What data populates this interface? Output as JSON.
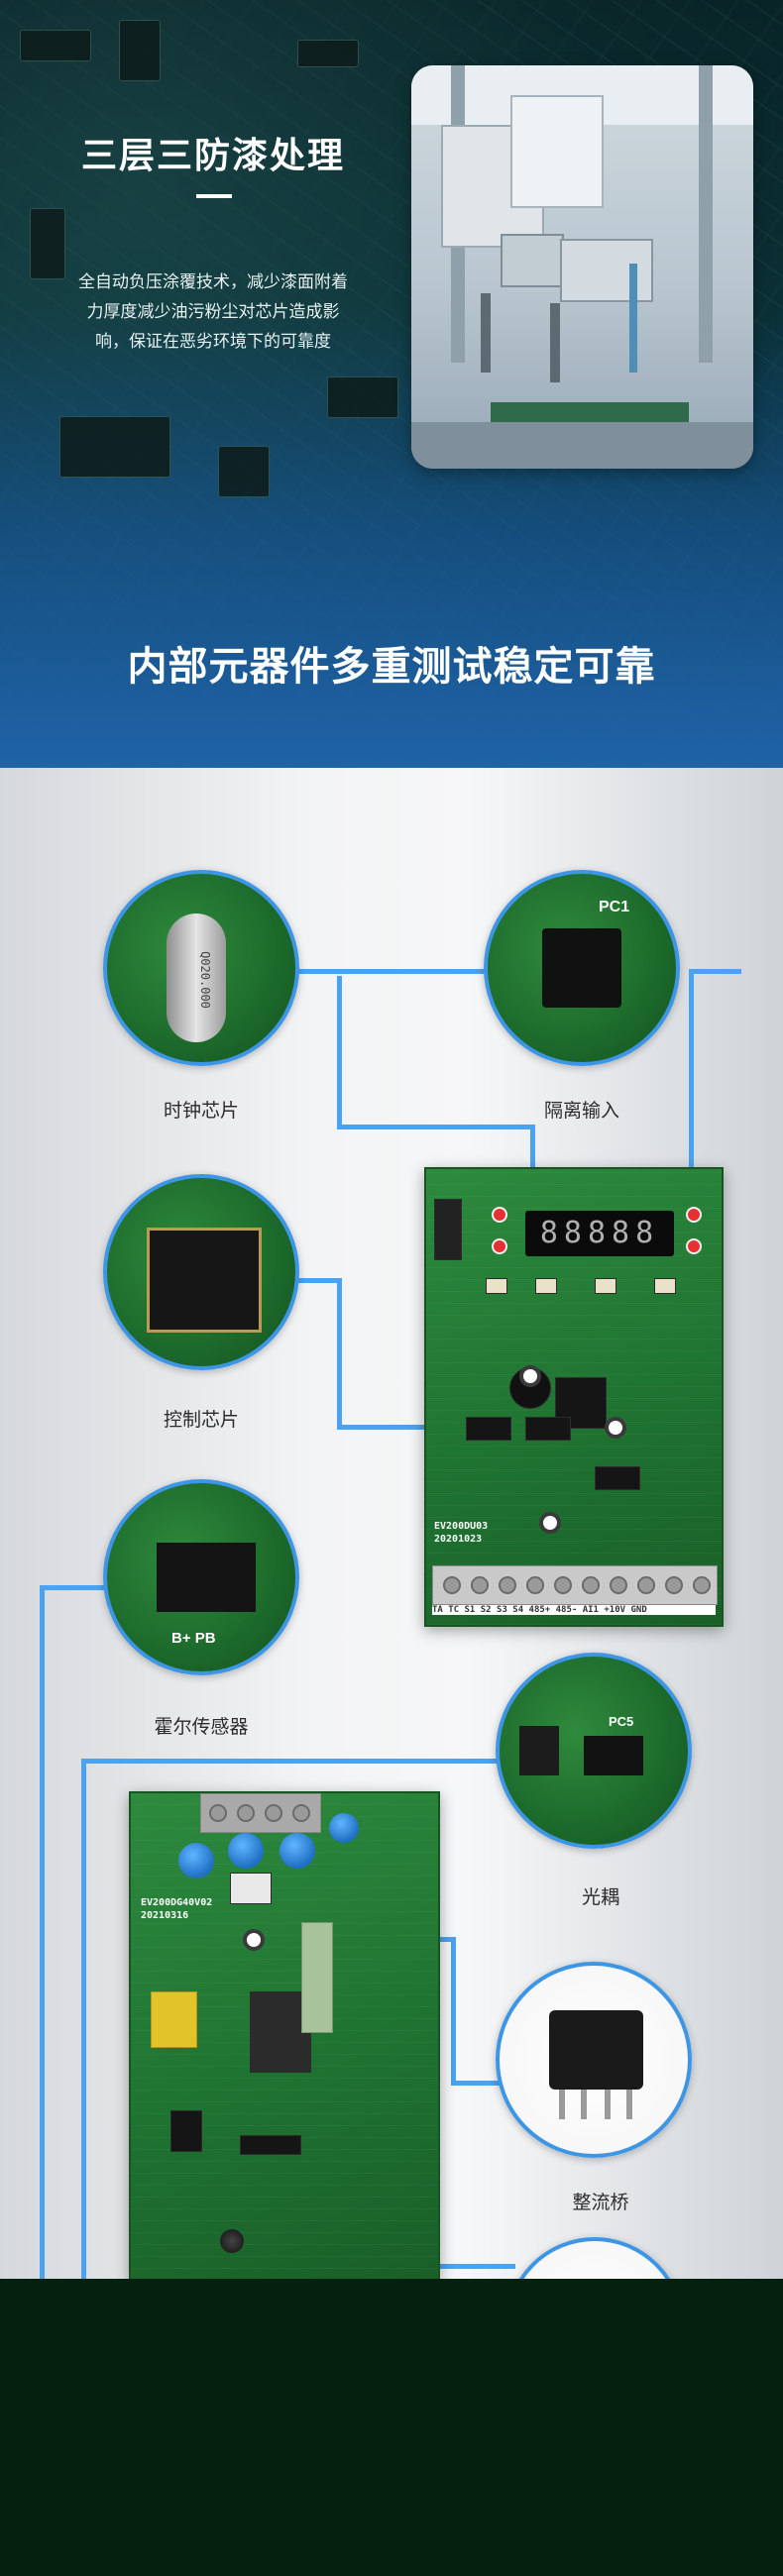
{
  "top": {
    "title": "三层三防漆处理",
    "desc_lines": [
      "全自动负压涂覆技术，减少漆面附着",
      "力厚度减少油污粉尘对芯片造成影",
      "响，保证在恶劣环境下的可靠度"
    ]
  },
  "main_heading": "内部元器件多重测试稳定可靠",
  "components": [
    {
      "label": "时钟芯片",
      "chip_text": "Q020.000"
    },
    {
      "label": "隔离输入",
      "chip_text": "PC1"
    },
    {
      "label": "控制芯片"
    },
    {
      "label": "霍尔传感器",
      "chip_text": "B+  PB"
    },
    {
      "label": "光耦",
      "chip_text": "PC5"
    },
    {
      "label": "整流桥"
    }
  ],
  "boards": {
    "control_board": {
      "model": "EV200DU03",
      "date": "20201023",
      "display": "88888",
      "terminals": "TA  TC   S1  S2  S3  S4  485+ 485- AI1 +10V GND"
    },
    "power_board": {
      "model": "EV200DG40V02",
      "date": "20210316"
    }
  },
  "colors": {
    "accent_line": "#4aa3f0",
    "heading_band": "#1f63a8"
  }
}
